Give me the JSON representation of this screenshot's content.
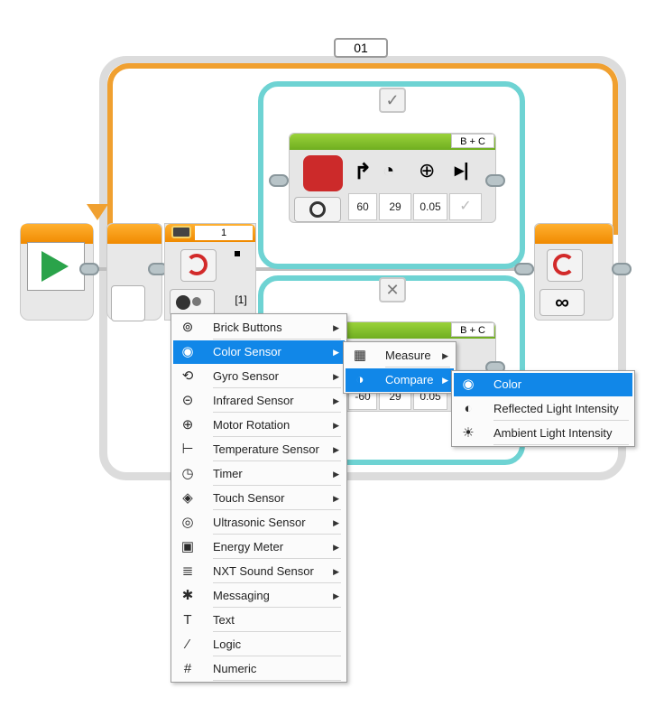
{
  "program": {
    "loop_counter": "01",
    "switch_port": "1",
    "switch_case_values": "[1]",
    "case_true_symbol": "✓",
    "case_false_symbol": "✕",
    "loop_mode_symbol": "∞",
    "top_motor_block": {
      "ports": "B + C",
      "steering": "60",
      "power": "29",
      "rotations": "0.05"
    },
    "bottom_motor_block": {
      "ports": "B + C",
      "steering": "-60",
      "power": "29",
      "rotations": "0.05"
    }
  },
  "sensor_menu": {
    "items": [
      {
        "label": "Brick Buttons",
        "icon": "brick-buttons-icon",
        "submenu": true
      },
      {
        "label": "Color Sensor",
        "icon": "color-sensor-icon",
        "submenu": true,
        "selected": true
      },
      {
        "label": "Gyro Sensor",
        "icon": "gyro-sensor-icon",
        "submenu": true
      },
      {
        "label": "Infrared Sensor",
        "icon": "infrared-sensor-icon",
        "submenu": true
      },
      {
        "label": "Motor Rotation",
        "icon": "motor-rotation-icon",
        "submenu": true
      },
      {
        "label": "Temperature Sensor",
        "icon": "temperature-sensor-icon",
        "submenu": true
      },
      {
        "label": "Timer",
        "icon": "timer-icon",
        "submenu": true
      },
      {
        "label": "Touch Sensor",
        "icon": "touch-sensor-icon",
        "submenu": true
      },
      {
        "label": "Ultrasonic Sensor",
        "icon": "ultrasonic-sensor-icon",
        "submenu": true
      },
      {
        "label": "Energy Meter",
        "icon": "energy-meter-icon",
        "submenu": true
      },
      {
        "label": "NXT Sound Sensor",
        "icon": "nxt-sound-sensor-icon",
        "submenu": true
      },
      {
        "label": "Messaging",
        "icon": "messaging-icon",
        "submenu": true
      },
      {
        "label": "Text",
        "icon": "text-icon",
        "submenu": false
      },
      {
        "label": "Logic",
        "icon": "logic-icon",
        "submenu": false
      },
      {
        "label": "Numeric",
        "icon": "numeric-icon",
        "submenu": false
      }
    ]
  },
  "mode_menu": {
    "items": [
      {
        "label": "Measure",
        "icon": "measure-icon",
        "submenu": true
      },
      {
        "label": "Compare",
        "icon": "compare-icon",
        "submenu": true,
        "selected": true
      }
    ]
  },
  "compare_menu": {
    "items": [
      {
        "label": "Color",
        "icon": "color-icon",
        "selected": true
      },
      {
        "label": "Reflected Light Intensity",
        "icon": "reflected-light-icon"
      },
      {
        "label": "Ambient Light Intensity",
        "icon": "ambient-light-icon"
      }
    ]
  },
  "colors": {
    "loop_wire": "#f0a030",
    "case_border": "#6ed3d3",
    "menu_selected": "#1187e8",
    "start_play": "#2aa34a"
  }
}
